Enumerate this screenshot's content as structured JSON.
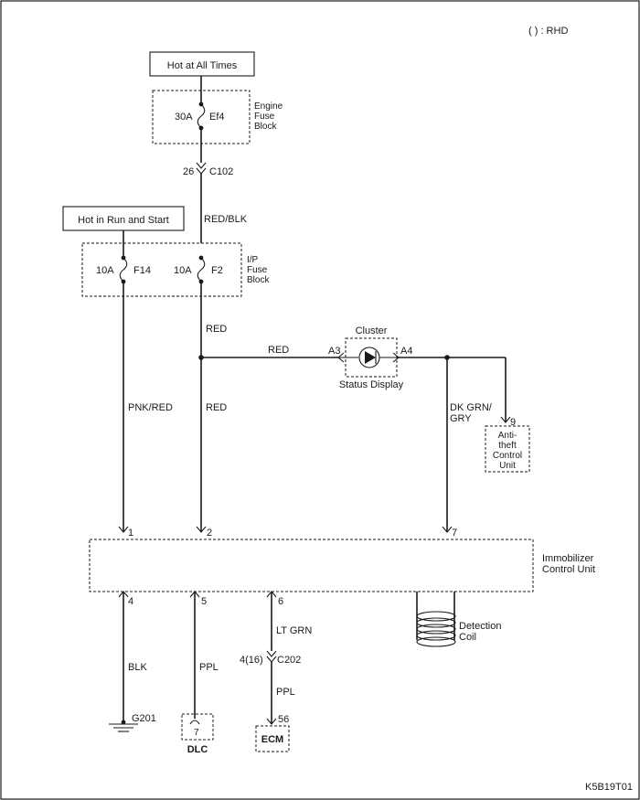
{
  "rhd_note": "( ) : RHD",
  "diagram_id": "K5B19T01",
  "power": {
    "hot_at_all_times": "Hot at All Times",
    "hot_in_run_and_start": "Hot in Run and Start"
  },
  "engine_fuse_block": {
    "label_line1": "Engine",
    "label_line2": "Fuse",
    "label_line3": "Block",
    "fuse_rating": "30A",
    "fuse_name": "Ef4"
  },
  "connector_c102": {
    "pin": "26",
    "name": "C102"
  },
  "ip_fuse_block": {
    "label_line1": "I/P",
    "label_line2": "Fuse",
    "label_line3": "Block",
    "fuse_f14_rating": "10A",
    "fuse_f14_name": "F14",
    "fuse_f2_rating": "10A",
    "fuse_f2_name": "F2"
  },
  "wires": {
    "red_blk": "RED/BLK",
    "red_upper": "RED",
    "red_branch": "RED",
    "red_lower": "RED",
    "pnk_red": "PNK/RED",
    "dk_grn_gry_line1": "DK GRN/",
    "dk_grn_gry_line2": "GRY",
    "blk": "BLK",
    "ppl_dlc": "PPL",
    "lt_grn": "LT GRN",
    "ppl_ecm": "PPL"
  },
  "cluster": {
    "label": "Cluster",
    "status_display": "Status Display",
    "pin_in": "A3",
    "pin_out": "A4"
  },
  "anti_theft": {
    "pin": "9",
    "line1": "Anti-",
    "line2": "theft",
    "line3": "Control",
    "line4": "Unit"
  },
  "immobilizer": {
    "label_line1": "Immobilizer",
    "label_line2": "Control Unit",
    "pin1": "1",
    "pin2": "2",
    "pin7": "7",
    "pin4": "4",
    "pin5": "5",
    "pin6": "6",
    "detection_coil_line1": "Detection",
    "detection_coil_line2": "Coil"
  },
  "ground": {
    "name": "G201"
  },
  "dlc": {
    "pin": "7",
    "label": "DLC"
  },
  "connector_c202": {
    "pin": "4(16)",
    "name": "C202"
  },
  "ecm": {
    "pin": "56",
    "label": "ECM"
  }
}
